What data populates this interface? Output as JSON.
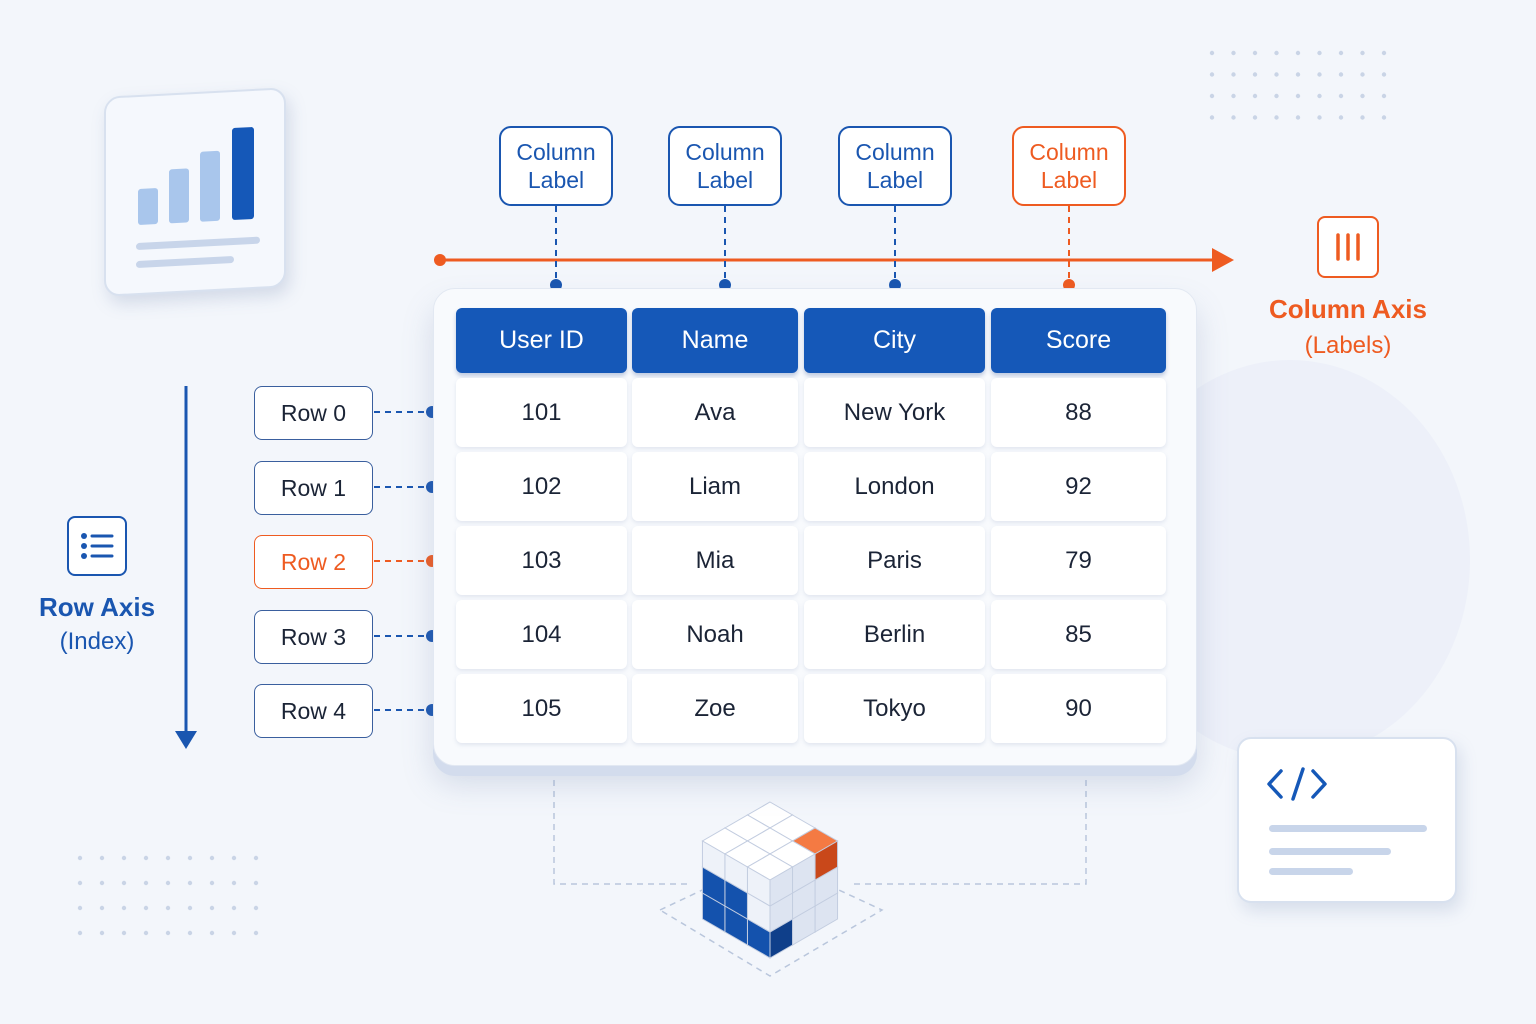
{
  "colors": {
    "primary": "#1558b8",
    "accent": "#ee5b21",
    "text": "#1b2436",
    "background": "#f3f6fb"
  },
  "column_labels": [
    {
      "line1": "Column",
      "line2": "Label",
      "highlight": false
    },
    {
      "line1": "Column",
      "line2": "Label",
      "highlight": false
    },
    {
      "line1": "Column",
      "line2": "Label",
      "highlight": false
    },
    {
      "line1": "Column",
      "line2": "Label",
      "highlight": true
    }
  ],
  "column_axis": {
    "title": "Column Axis",
    "subtitle": "(Labels)",
    "icon": "columns-icon"
  },
  "row_axis": {
    "title": "Row Axis",
    "subtitle": "(Index)",
    "icon": "list-icon"
  },
  "row_labels": [
    {
      "label": "Row 0",
      "highlight": false
    },
    {
      "label": "Row 1",
      "highlight": false
    },
    {
      "label": "Row 2",
      "highlight": true
    },
    {
      "label": "Row 3",
      "highlight": false
    },
    {
      "label": "Row 4",
      "highlight": false
    }
  ],
  "table": {
    "headers": [
      "User ID",
      "Name",
      "City",
      "Score"
    ],
    "rows": [
      [
        "101",
        "Ava",
        "New York",
        "88"
      ],
      [
        "102",
        "Liam",
        "London",
        "92"
      ],
      [
        "103",
        "Mia",
        "Paris",
        "79"
      ],
      [
        "104",
        "Noah",
        "Berlin",
        "85"
      ],
      [
        "105",
        "Zoe",
        "Tokyo",
        "90"
      ]
    ]
  },
  "decorations": {
    "chart_card_icon": "bar-chart-icon",
    "code_card_icon": "code-icon",
    "cube_icon": "data-cube-icon"
  }
}
